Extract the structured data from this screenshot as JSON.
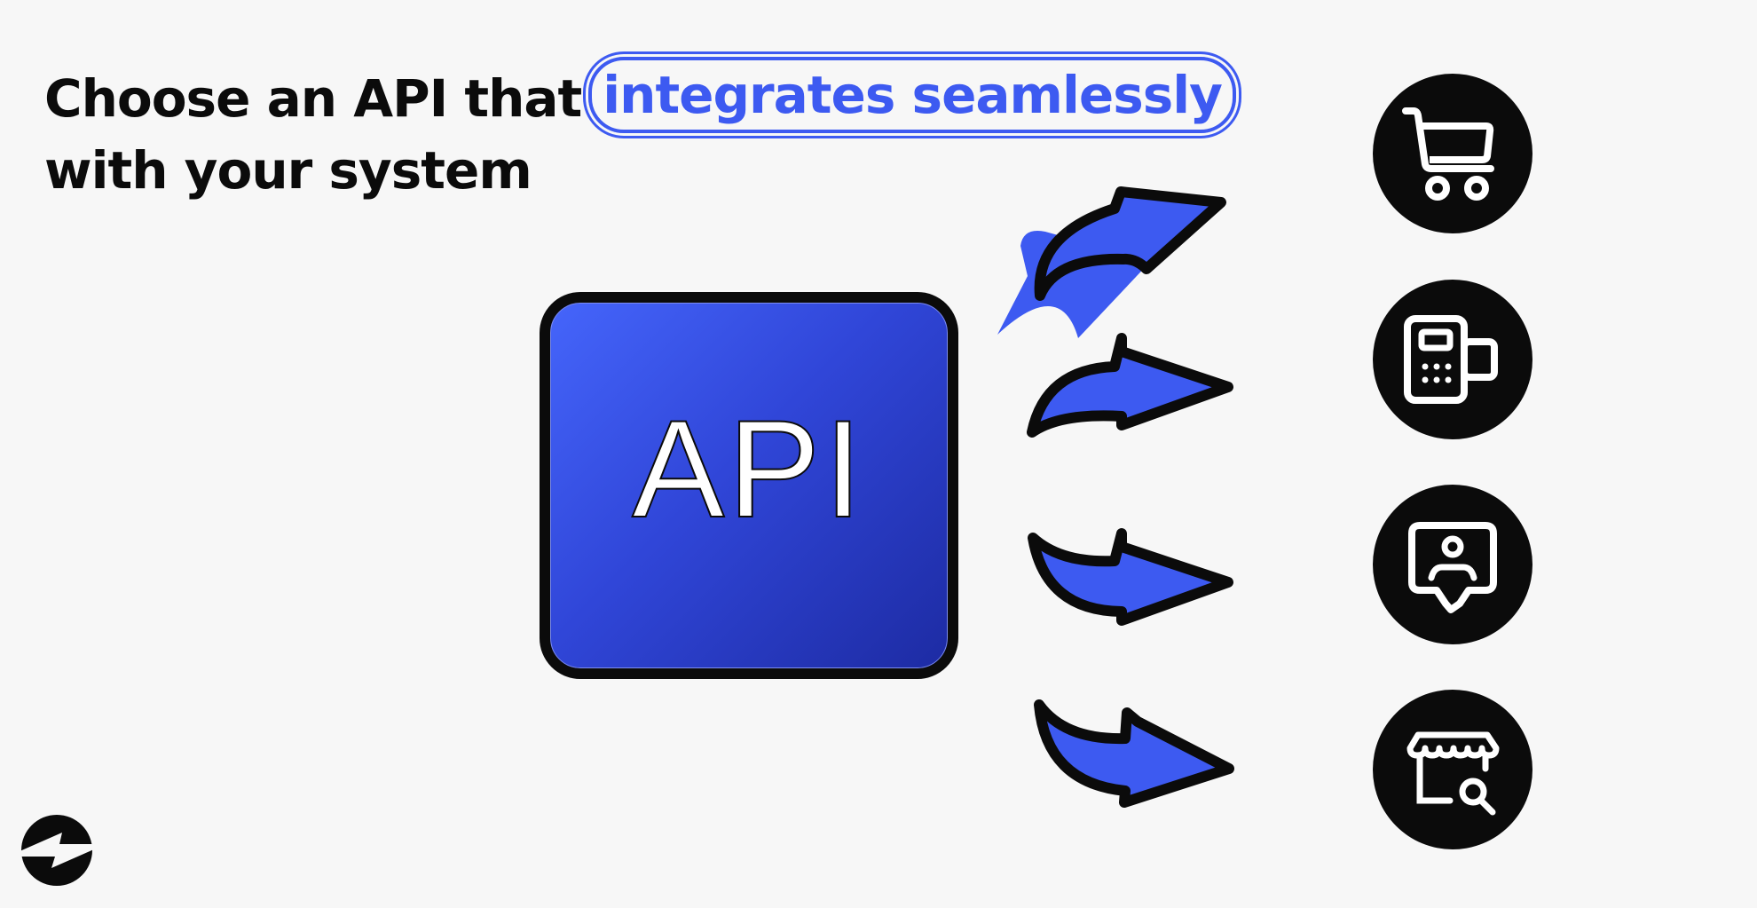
{
  "headline": {
    "part1": "Choose an API that",
    "highlight": "integrates seamlessly",
    "part2": "with your system"
  },
  "api_box": {
    "label": "API"
  },
  "icons": [
    "shopping-cart-icon",
    "payment-terminal-icon",
    "user-profile-card-icon",
    "storefront-search-icon"
  ],
  "colors": {
    "accent": "#3d5af1",
    "dark": "#0b0b0b",
    "background": "#f7f7f7"
  }
}
